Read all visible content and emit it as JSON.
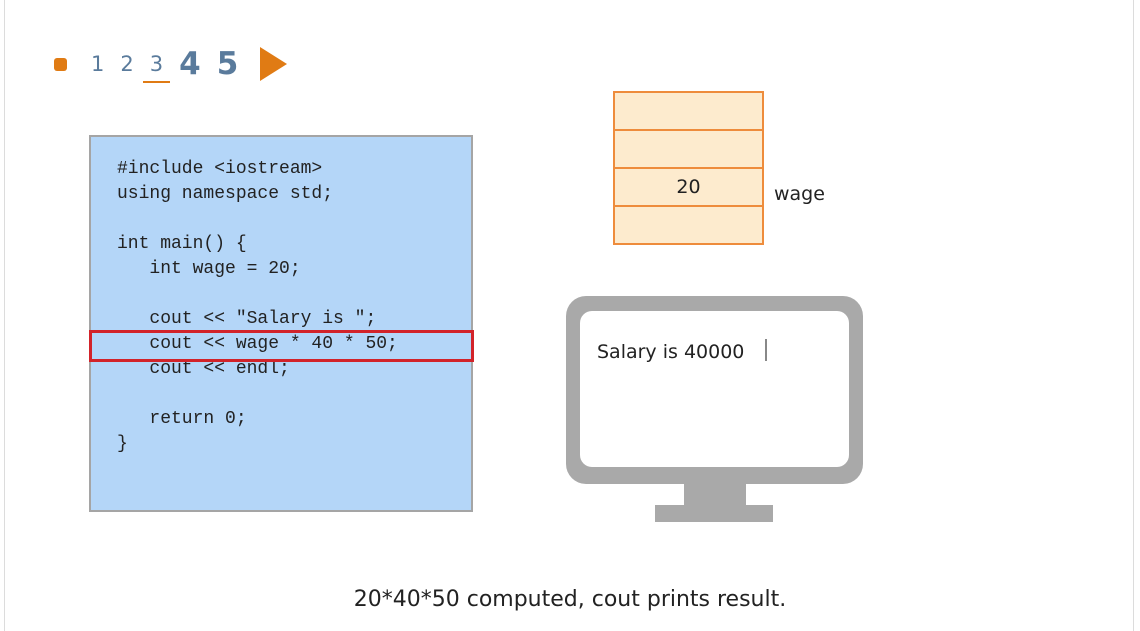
{
  "navigation": {
    "steps": [
      "1",
      "2",
      "3",
      "4",
      "5"
    ],
    "current_step": "3",
    "colors": {
      "accent": "#e07b14",
      "step_text": "#5a7b9c"
    }
  },
  "code": {
    "lines": [
      "#include <iostream>",
      "using namespace std;",
      "int main() {",
      "   int wage = 20;",
      "   cout << \"Salary is \";",
      "   cout << wage * 40 * 50;",
      "   cout << endl;",
      "   return 0;",
      "}"
    ],
    "highlighted_line": "   cout << wage * 40 * 50;",
    "colors": {
      "background": "#b4d6f8",
      "highlight": "#d2232a"
    }
  },
  "memory": {
    "cells": [
      "",
      "",
      "20",
      ""
    ],
    "variable_name": "wage",
    "colors": {
      "cell": "#fdebce",
      "border": "#ee8c3c"
    }
  },
  "console": {
    "output": "Salary is 40000"
  },
  "caption": "20*40*50 computed, cout prints result."
}
